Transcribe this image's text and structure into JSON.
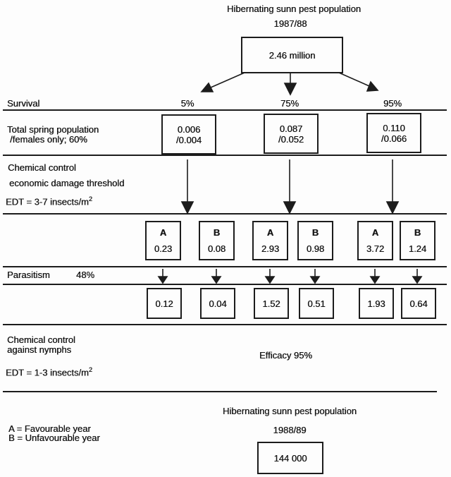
{
  "colors": {
    "ink": "#1c1c1c",
    "background": "#fdfdfd"
  },
  "top": {
    "title": "Hibernating sunn pest population",
    "season": "1987/88",
    "population": "2.46 million"
  },
  "survival": {
    "label": "Survival",
    "rates": [
      "5%",
      "75%",
      "95%"
    ]
  },
  "spring_population": {
    "label_line1": "Total spring population",
    "label_line2": "/females only; 60%",
    "boxes": [
      {
        "total": "0.006",
        "females": "/0.004"
      },
      {
        "total": "0.087",
        "females": "/0.052"
      },
      {
        "total": "0.110",
        "females": "/0.066"
      }
    ]
  },
  "chemical_control_adults": {
    "label_line1": "Chemical control",
    "label_line2": "economic damage threshold",
    "edt_prefix": "EDT = 3-7 insects/m",
    "edt_sup": "2"
  },
  "scenarios": [
    {
      "year_type": "A",
      "value": "0.23"
    },
    {
      "year_type": "B",
      "value": "0.08"
    },
    {
      "year_type": "A",
      "value": "2.93"
    },
    {
      "year_type": "B",
      "value": "0.98"
    },
    {
      "year_type": "A",
      "value": "3.72"
    },
    {
      "year_type": "B",
      "value": "1.24"
    }
  ],
  "parasitism": {
    "label": "Parasitism",
    "rate": "48%"
  },
  "nymph_population": [
    "0.12",
    "0.04",
    "1.52",
    "0.51",
    "1.93",
    "0.64"
  ],
  "chemical_control_nymphs": {
    "label_line1": "Chemical control",
    "label_line2": "against nymphs",
    "edt_prefix": "EDT = 1-3 insects/m",
    "edt_sup": "2",
    "efficacy": "Efficacy 95%"
  },
  "legend": {
    "a": "A = Favourable year",
    "b": "B = Unfavourable year"
  },
  "bottom": {
    "title": "Hibernating sunn pest population",
    "season": "1988/89",
    "population": "144 000"
  }
}
